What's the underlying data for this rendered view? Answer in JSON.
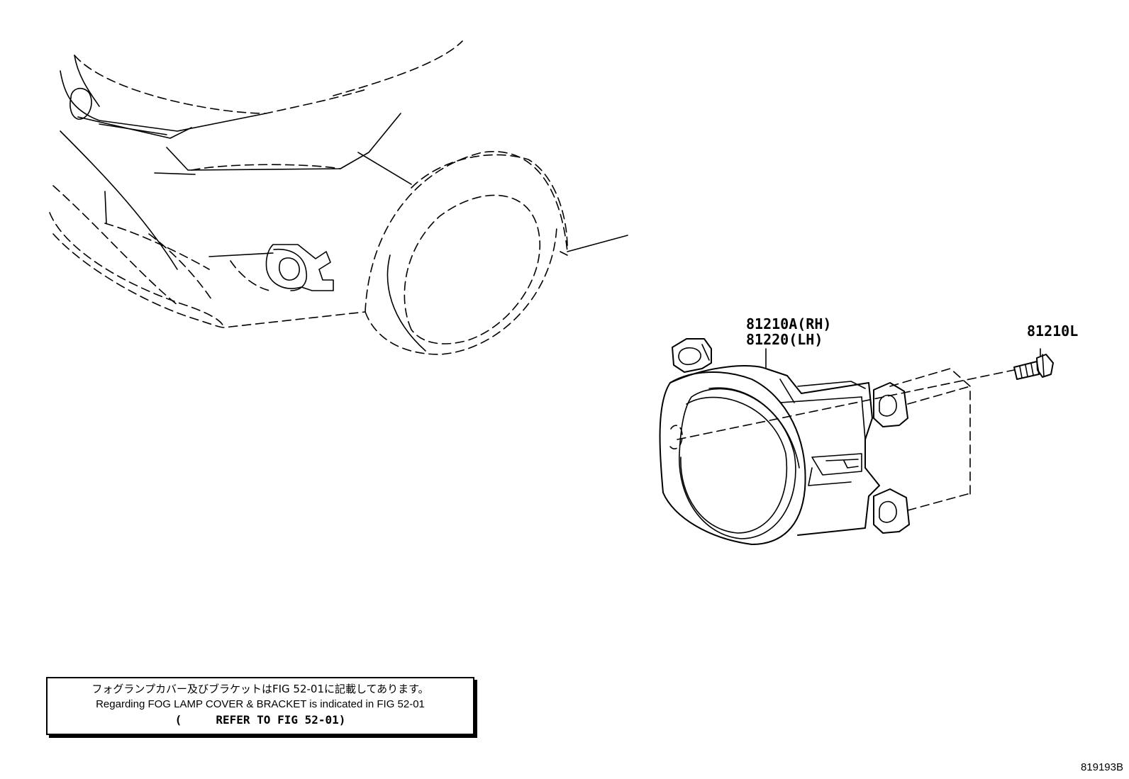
{
  "parts": {
    "fog_lamp_rh": "81210A(RH)",
    "fog_lamp_lh": "81220(LH)",
    "bolt": "81210L"
  },
  "note": {
    "ja": "フォグランプカバー及びブラケットはFIG 52-01に記載してあります。",
    "en": "Regarding FOG LAMP COVER & BRACKET is indicated in FIG 52-01",
    "ref": "(     REFER TO FIG 52-01)"
  },
  "figure_code": "819193B"
}
